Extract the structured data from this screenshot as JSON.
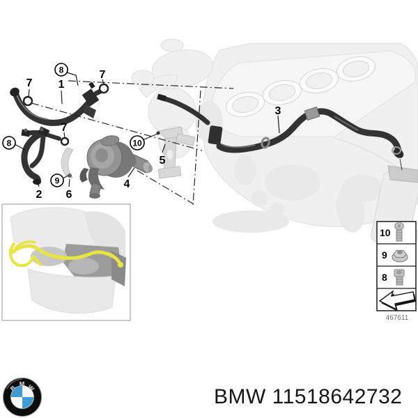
{
  "colors": {
    "background": "#ffffff",
    "diagram_line": "#2f2f2f",
    "engine_faint": "#f0f0f0",
    "highlight_yellow": "#e8e542",
    "metal_gray": "#949494",
    "legend_border": "#1a1a1a",
    "ref_text_gray": "#6f6f6f",
    "logo_blue": "#3f9bd2"
  },
  "diagram": {
    "plain_callouts": [
      "1",
      "2",
      "3",
      "4",
      "5",
      "6",
      "7",
      "7",
      "7"
    ],
    "circled_callouts": [
      "8",
      "8",
      "9",
      "10"
    ]
  },
  "legend": {
    "rows": [
      {
        "num": "10",
        "icon": "long-bolt-icon"
      },
      {
        "num": "9",
        "icon": "flange-nut-icon"
      },
      {
        "num": "8",
        "icon": "short-bolt-icon"
      }
    ],
    "arrow_icon": "direction-arrow-icon",
    "ref_number": "467611"
  },
  "footer": {
    "text": "BMW 11518642732",
    "logo_letters": [
      "B",
      "M",
      "W"
    ]
  }
}
